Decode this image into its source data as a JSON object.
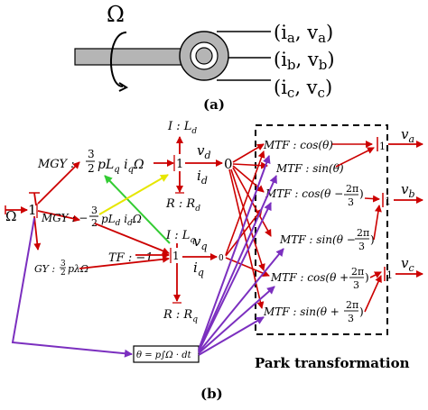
{
  "panel_a": {
    "label": "(a)",
    "omega": "Ω",
    "phase_a": "(i",
    "phase_a_sub": "a",
    "phase_a_mid": ", v",
    "phase_a_sub2": "a",
    "phase_a_end": ")",
    "phase_b": "(i",
    "phase_b_sub": "b",
    "phase_b_mid": ", v",
    "phase_b_sub2": "b",
    "phase_b_end": ")",
    "phase_c": "(i",
    "phase_c_sub": "c",
    "phase_c_mid": ", v",
    "phase_c_sub2": "c",
    "phase_c_end": ")"
  },
  "panel_b": {
    "label": "(b)",
    "input_omega": "Ω",
    "junction_1": "1",
    "junction_0": "0",
    "junction_0b": "0",
    "mgy1": "MGY : 3/2 pL",
    "mgy1_sub": "q",
    "mgy1_tail": " i",
    "mgy1_sub2": "q",
    "mgy1_end": "Ω",
    "mgy2": "MGY : − 3/2 pL",
    "mgy2_sub": "d",
    "mgy2_tail": " i",
    "mgy2_sub2": "d",
    "mgy2_end": "Ω",
    "gy": "GY : 3/2 pλΩ",
    "tf": "TF : −1",
    "i_ld": "I : L",
    "i_ld_sub": "d",
    "r_rd": "R : R",
    "r_rd_sub": "d",
    "i_lq": "I : L",
    "i_lq_sub": "q",
    "r_rq": "R : R",
    "r_rq_sub": "q",
    "vd": "v",
    "vd_sub": "d",
    "id": "i",
    "id_sub": "d",
    "vq": "v",
    "vq_sub": "q",
    "iq": "i",
    "iq_sub": "q",
    "theta_box": "θ = p∫Ω · dt",
    "mtf1": "MTF : cos(θ)",
    "mtf2": "MTF : sin(θ)",
    "mtf3": "MTF : cos(θ − 2π/3)",
    "mtf4": "MTF : sin(θ − 2π/3)",
    "mtf5": "MTF : cos(θ + 2π/3)",
    "mtf6": "MTF : sin(θ + 2π/3)",
    "va": "v",
    "va_sub": "a",
    "vb": "v",
    "vb_sub": "b",
    "vc": "v",
    "vc_sub": "c",
    "park": "Park transformation"
  },
  "colors": {
    "bond": "#cc0000",
    "signal": "#7b2fbf",
    "green": "#33cc33",
    "yellow": "#e6e600",
    "ink": "#000000"
  }
}
